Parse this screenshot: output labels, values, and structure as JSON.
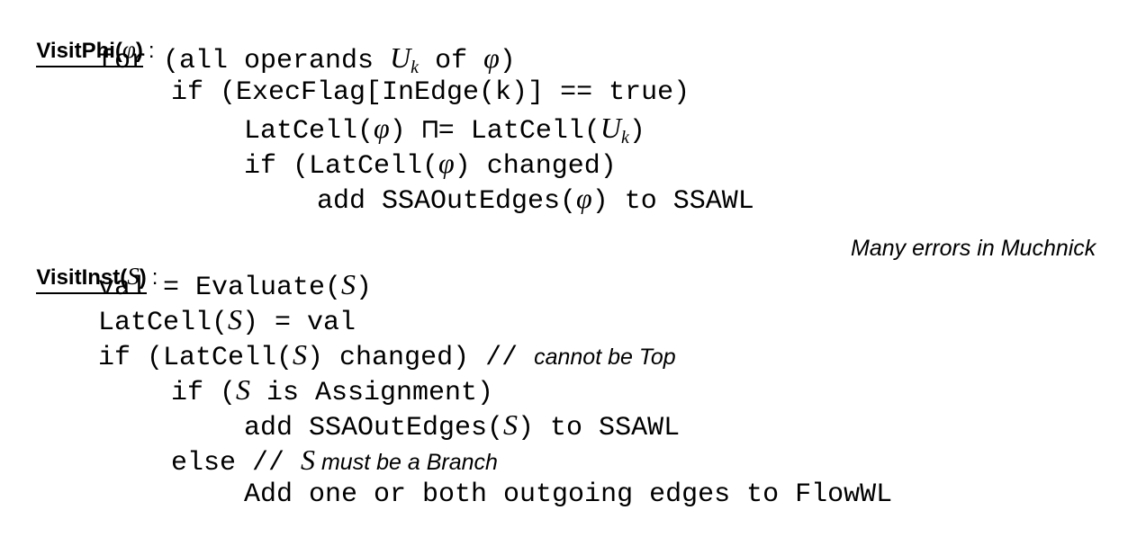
{
  "phi": {
    "header_name": "VisitPhi(",
    "header_arg": "φ",
    "header_close": ")",
    "colon": ":",
    "line1": {
      "a": "for (all operands ",
      "U": "U",
      "k": "k",
      "b": " of ",
      "phi": "φ",
      "c": ")"
    },
    "line2": "if (ExecFlag[InEdge(k)] == true)",
    "line3": {
      "a": "LatCell(",
      "phi": "φ",
      "b": ") ⊓= LatCell(",
      "U": "U",
      "k": "k",
      "c": ")"
    },
    "line4": {
      "a": "if (LatCell(",
      "phi": "φ",
      "b": ") changed)"
    },
    "line5": {
      "a": "add SSAOutEdges(",
      "phi": "φ",
      "b": ") to SSAWL"
    }
  },
  "inst": {
    "header_name": "VisitInst(",
    "header_arg": "S",
    "header_close": ")",
    "colon": ":",
    "note": "Many errors in Muchnick",
    "line1": {
      "a": "val = Evaluate(",
      "S": "S",
      "b": ")"
    },
    "line2": {
      "a": "LatCell(",
      "S": "S",
      "b": ") = val"
    },
    "line3": {
      "a": "if (LatCell(",
      "S": "S",
      "b": ") changed) // ",
      "comment": "cannot be Top"
    },
    "line4": {
      "a": "if (",
      "S": "S",
      "b": " is Assignment)"
    },
    "line5": {
      "a": "add SSAOutEdges(",
      "S": "S",
      "b": ") to SSAWL"
    },
    "line6": {
      "a": "else // ",
      "S": "S",
      "comment": " must be a Branch"
    },
    "line7": "Add one or both outgoing edges to FlowWL"
  }
}
